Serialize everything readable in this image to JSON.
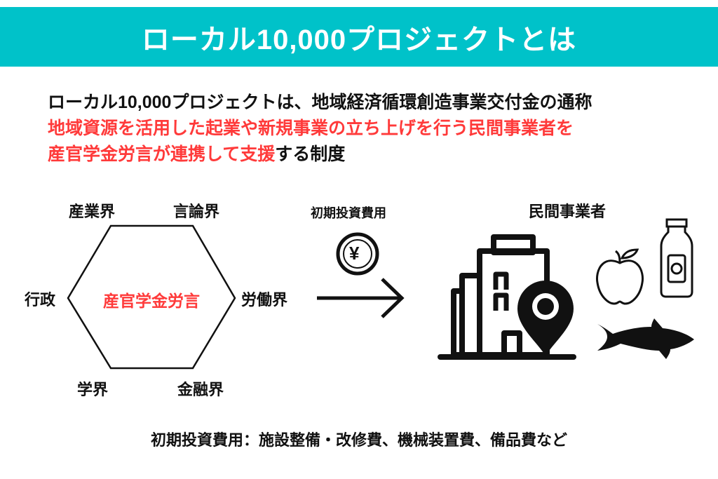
{
  "header": {
    "title": "ローカル10,000プロジェクトとは"
  },
  "intro": {
    "line1": "ローカル10,000プロジェクトは、地域経済循環創造事業交付金の通称",
    "line2": "地域資源を活用した起業や新規事業の立ち上げを行う民間事業者を",
    "line3_red": "産官学金労言が連携して支援",
    "line3_black": "する制度"
  },
  "diagram": {
    "center_label": "産官学金労言",
    "sectors": {
      "top_left": "産業界",
      "top_right": "言論界",
      "left": "行政",
      "right": "労働界",
      "bottom_left": "学界",
      "bottom_right": "金融界"
    },
    "flow_label": "初期投資費用",
    "coin_symbol": "¥",
    "recipient_label": "民間事業者",
    "colors": {
      "accent": "#00c2c9",
      "highlight": "#ff3a3a"
    }
  },
  "footer": {
    "note": "初期投資費用：施設整備・改修費、機械装置費、備品費など"
  }
}
